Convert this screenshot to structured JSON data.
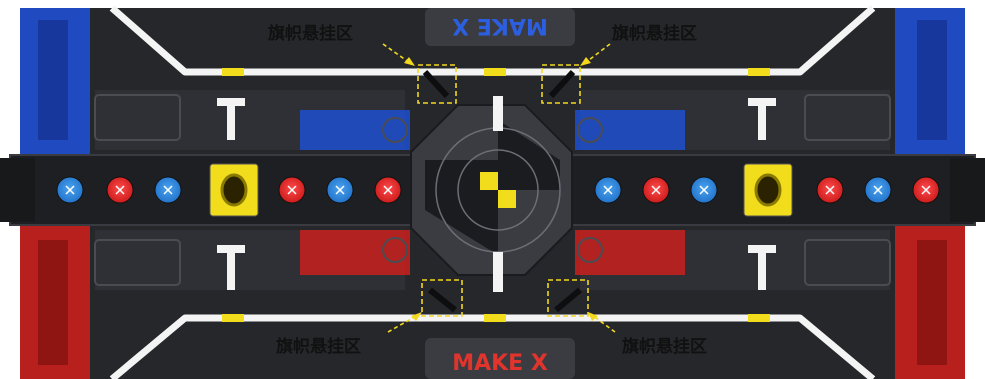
{
  "labels": {
    "flag_zone_top_left": "旗帜悬挂区",
    "flag_zone_top_right": "旗帜悬挂区",
    "flag_zone_bottom_left": "旗帜悬挂区",
    "flag_zone_bottom_right": "旗帜悬挂区"
  },
  "logos": {
    "top": "MAKE X",
    "bottom": "MAKE X"
  },
  "colors": {
    "blue_team": "#1f4fd0",
    "red_team": "#c8201c",
    "field": "#2a2b2e",
    "boundary_line": "#f4f4f4",
    "yellow_marker": "#f1dd1c",
    "annotation_box": "#f3d81c"
  },
  "center_strip": {
    "left_buttons": [
      "blue",
      "red",
      "blue",
      "yellow-target",
      "red",
      "blue",
      "red"
    ],
    "right_buttons": [
      "blue",
      "red",
      "blue",
      "yellow-target",
      "red",
      "blue",
      "red"
    ]
  }
}
